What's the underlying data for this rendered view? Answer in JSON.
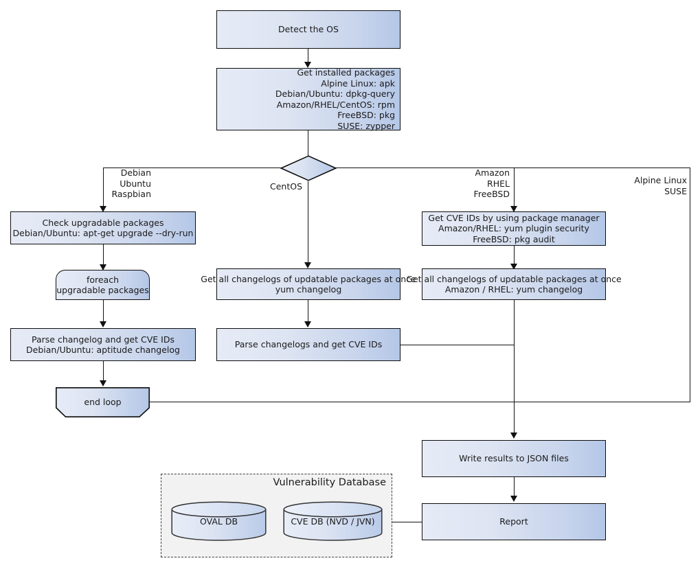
{
  "diagram": {
    "title": "Vulnerability scanner flow",
    "colors": {
      "node_fill_light": "#e6ebf6",
      "node_fill_dark": "#b4c7e7",
      "node_border": "#0d0d0d",
      "group_fill": "#f2f2f2",
      "group_border": "#3c3c3c",
      "connector": "#111111"
    }
  },
  "nodes": {
    "detect_os": {
      "label": "Detect the OS"
    },
    "get_installed": {
      "lines": [
        "Get installed packages",
        "Alpine Linux: apk",
        "Debian/Ubuntu: dpkg-query",
        "Amazon/RHEL/CentOS: rpm",
        "FreeBSD: pkg",
        "SUSE: zypper"
      ]
    },
    "decision": {
      "label": ""
    },
    "check_upgradable": {
      "lines": [
        "Check upgradable packages",
        "Debian/Ubuntu: apt-get upgrade --dry-run"
      ]
    },
    "foreach": {
      "lines": [
        "foreach",
        "upgradable  packages"
      ]
    },
    "parse_changelog_deb": {
      "lines": [
        "Parse changelog and get  CVE IDs",
        "Debian/Ubuntu: aptitude changelog"
      ]
    },
    "end_loop": {
      "label": "end loop"
    },
    "changelogs_centos": {
      "lines": [
        "Get all changelogs of updatable packages at once",
        "yum changelog"
      ]
    },
    "parse_changelogs_centos": {
      "label": "Parse changelogs and get CVE IDs"
    },
    "get_cve_pkgmgr": {
      "lines": [
        "Get CVE IDs by using package manager",
        "Amazon/RHEL: yum plugin security",
        "FreeBSD: pkg audit"
      ]
    },
    "changelogs_rhel": {
      "lines": [
        "Get all changelogs of updatable packages at once",
        "Amazon / RHEL: yum changelog"
      ]
    },
    "write_json": {
      "label": "Write results to JSON files"
    },
    "report": {
      "label": "Report"
    }
  },
  "branch_labels": {
    "debian": [
      "Debian",
      "Ubuntu",
      "Raspbian"
    ],
    "centos": [
      "CentOS"
    ],
    "amazon": [
      "Amazon",
      "RHEL",
      "FreeBSD"
    ],
    "alpine": [
      "Alpine Linux",
      "SUSE"
    ]
  },
  "vulnerability_database": {
    "title": "Vulnerability Database",
    "databases": [
      {
        "label": "OVAL DB"
      },
      {
        "label": "CVE DB (NVD / JVN)"
      }
    ]
  }
}
